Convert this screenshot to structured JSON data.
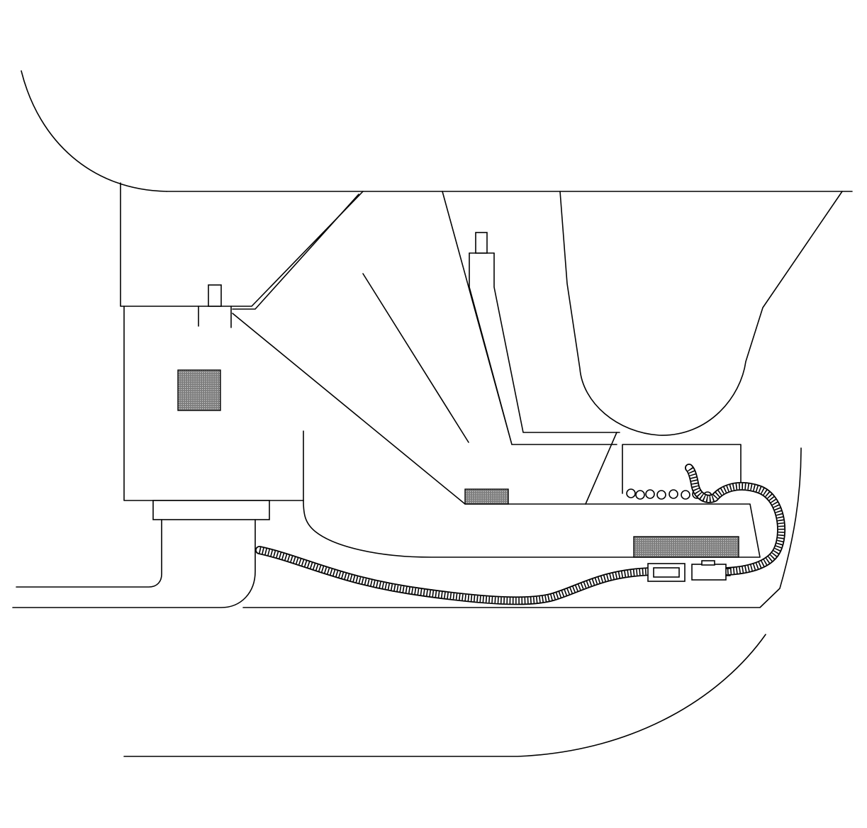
{
  "diagram": {
    "type": "line-drawing",
    "subject": "",
    "colors": {
      "line": "#000000",
      "background": "#ffffff",
      "pad_fill": "#8a8a8a",
      "pad_dots": "#d0d0d0"
    },
    "parts": [
      "wheel-arch-upper-left",
      "wheel-arch-lower-right",
      "upper-body-panel",
      "left-bracket-block",
      "floor-member",
      "wiring-harness",
      "connector-left",
      "connector-right",
      "mounting-pad-left",
      "mounting-pad-center",
      "mounting-pad-right",
      "stud-left",
      "stud-upper"
    ]
  }
}
